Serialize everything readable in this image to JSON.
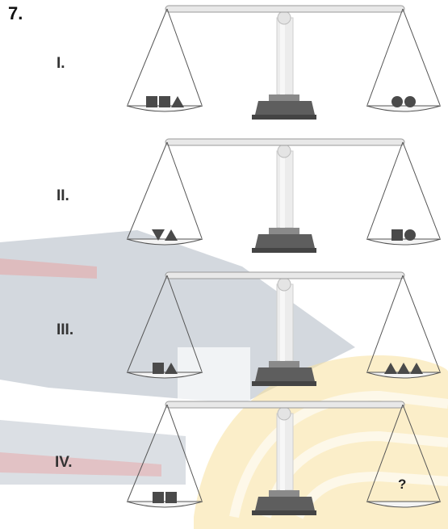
{
  "question_number": "7.",
  "scales": [
    {
      "label": "I.",
      "left_pan": [
        "square",
        "square",
        "triangle"
      ],
      "right_pan": [
        "circle",
        "circle"
      ]
    },
    {
      "label": "II.",
      "left_pan": [
        "down-triangle",
        "triangle"
      ],
      "right_pan": [
        "square",
        "circle"
      ]
    },
    {
      "label": "III.",
      "left_pan": [
        "square",
        "triangle"
      ],
      "right_pan": [
        "triangle",
        "triangle",
        "triangle"
      ]
    },
    {
      "label": "IV.",
      "left_pan": [
        "square",
        "square"
      ],
      "right_pan": [],
      "right_text": "?"
    }
  ],
  "colors": {
    "shape": "#4a4a4a",
    "line": "#555555",
    "beam": "#e8e8e8",
    "base": "#5e5e5e",
    "watermark_blue": "#6f7f93",
    "watermark_gold": "#f2c94c",
    "watermark_red": "#d9534f"
  }
}
